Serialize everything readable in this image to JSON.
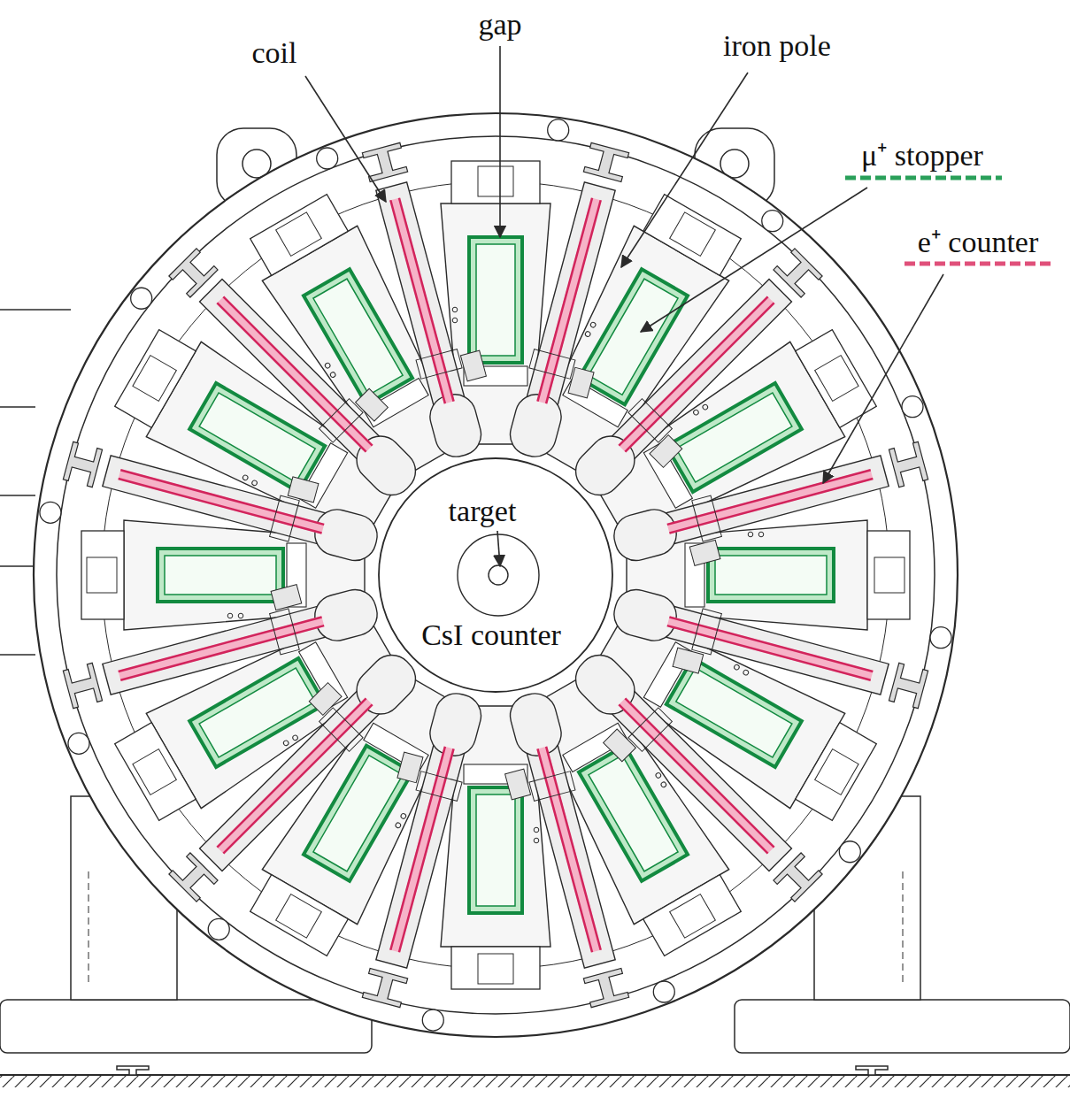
{
  "diagram": {
    "labels": [
      "gap",
      "coil",
      "iron pole",
      "μ⁺ stopper",
      "e⁺ counter",
      "target",
      "CsI counter"
    ]
  }
}
